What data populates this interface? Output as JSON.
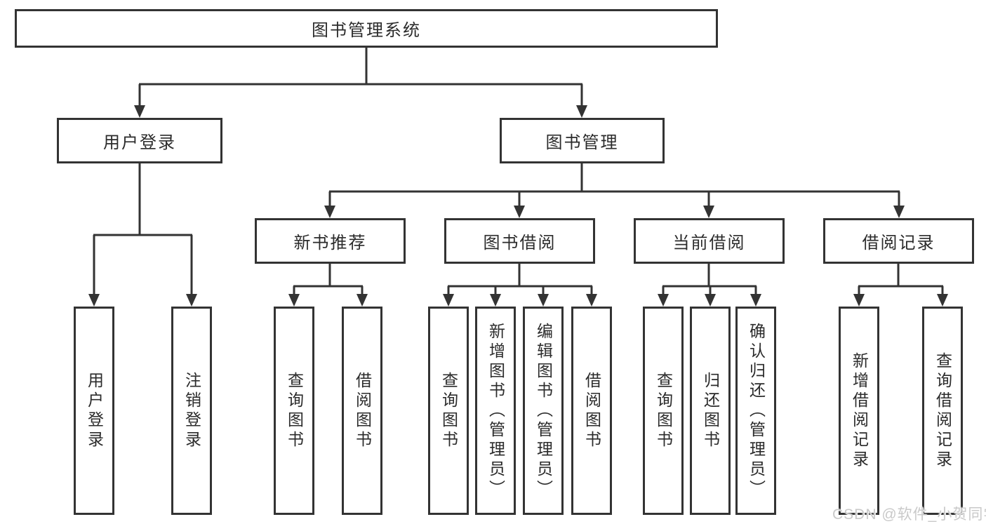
{
  "diagram": {
    "title_node": "图书管理系统",
    "level2": [
      {
        "label": "用户登录"
      },
      {
        "label": "图书管理"
      }
    ],
    "level3": [
      {
        "label": "新书推荐"
      },
      {
        "label": "图书借阅"
      },
      {
        "label": "当前借阅"
      },
      {
        "label": "借阅记录"
      }
    ],
    "leaves": {
      "user_login": [
        "用户登录",
        "注销登录"
      ],
      "new_book": [
        "查询图书",
        "借阅图书"
      ],
      "book_borrow": [
        "查询图书",
        "新增图书（管理员）",
        "编辑图书（管理员）",
        "借阅图书"
      ],
      "current_borrow": [
        "查询图书",
        "归还图书",
        "确认归还（管理员）"
      ],
      "borrow_record": [
        "新增借阅记录",
        "查询借阅记录"
      ]
    },
    "watermark": "CSDN @软件_小贺同学",
    "colors": {
      "line": "#333333",
      "box_border": "#333333",
      "text": "#2b2b2b",
      "background": "#ffffff",
      "watermark": "#c9c9c9"
    }
  }
}
